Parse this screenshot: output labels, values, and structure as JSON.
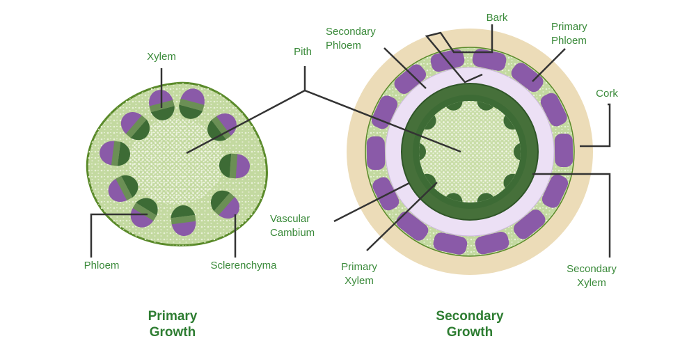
{
  "labels": {
    "xylem": "Xylem",
    "pith": "Pith",
    "phloem": "Phloem",
    "sclerenchyma": "Sclerenchyma",
    "secondary_phloem": "Secondary\nPhloem",
    "bark": "Bark",
    "primary_phloem": "Primary\nPhloem",
    "cork": "Cork",
    "vascular_cambium": "Vascular\nCambium",
    "primary_xylem": "Primary\nXylem",
    "secondary_xylem": "Secondary\nXylem"
  },
  "titles": {
    "primary": "Primary\nGrowth",
    "secondary": "Secondary\nGrowth"
  },
  "colors": {
    "label_text": "#3a8a3a",
    "title_text": "#2e7d32",
    "leader_line": "#333333",
    "tissue_light": "#c3d9a0",
    "outline_green": "#5a8a2a",
    "xylem_dark": "#3d6b35",
    "phloem_purple": "#8a5aa8",
    "cambium_lavender": "#ece0f5",
    "bark_tan": "#ecdcb8"
  }
}
